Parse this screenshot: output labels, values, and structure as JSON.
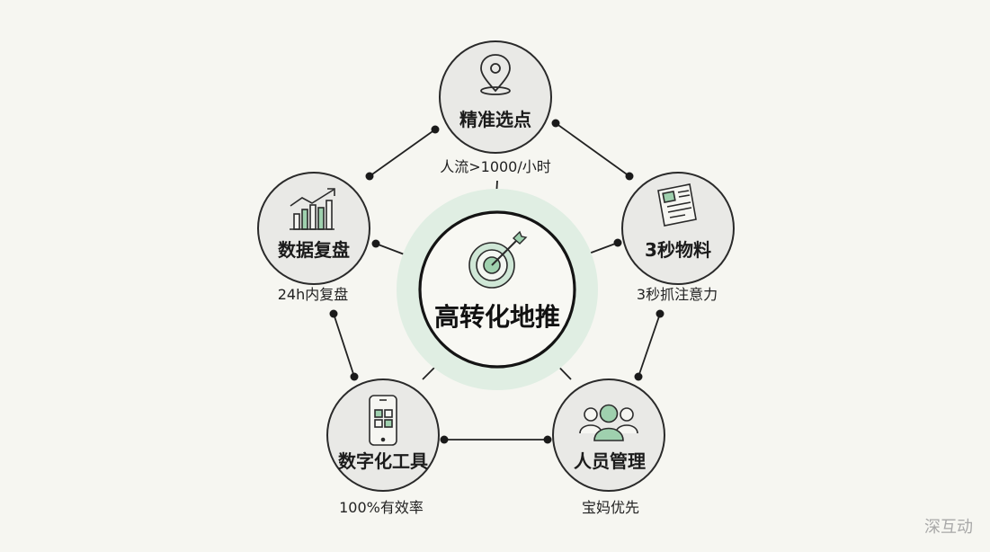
{
  "center": {
    "title": "高转化地推",
    "icon": "target-arrow-icon",
    "halo_color": "#dfeee3"
  },
  "nodes": [
    {
      "id": "top",
      "title": "精准选点",
      "caption": "人流>1000/小时",
      "icon": "location-pin-icon"
    },
    {
      "id": "left",
      "title": "数据复盘",
      "caption": "24h内复盘",
      "icon": "bar-chart-trend-icon"
    },
    {
      "id": "right",
      "title": "3秒物料",
      "caption": "3秒抓注意力",
      "icon": "document-icon"
    },
    {
      "id": "bottom-left",
      "title": "数字化工具",
      "caption": "100%有效率",
      "icon": "phone-qr-icon"
    },
    {
      "id": "bottom-right",
      "title": "人员管理",
      "caption": "宝妈优先",
      "icon": "people-group-icon"
    }
  ],
  "watermark": "深互动",
  "colors": {
    "background": "#f6f6f1",
    "circle_fill": "#e9e9e6",
    "stroke": "#222222",
    "accent_green": "#9fd0ae"
  }
}
